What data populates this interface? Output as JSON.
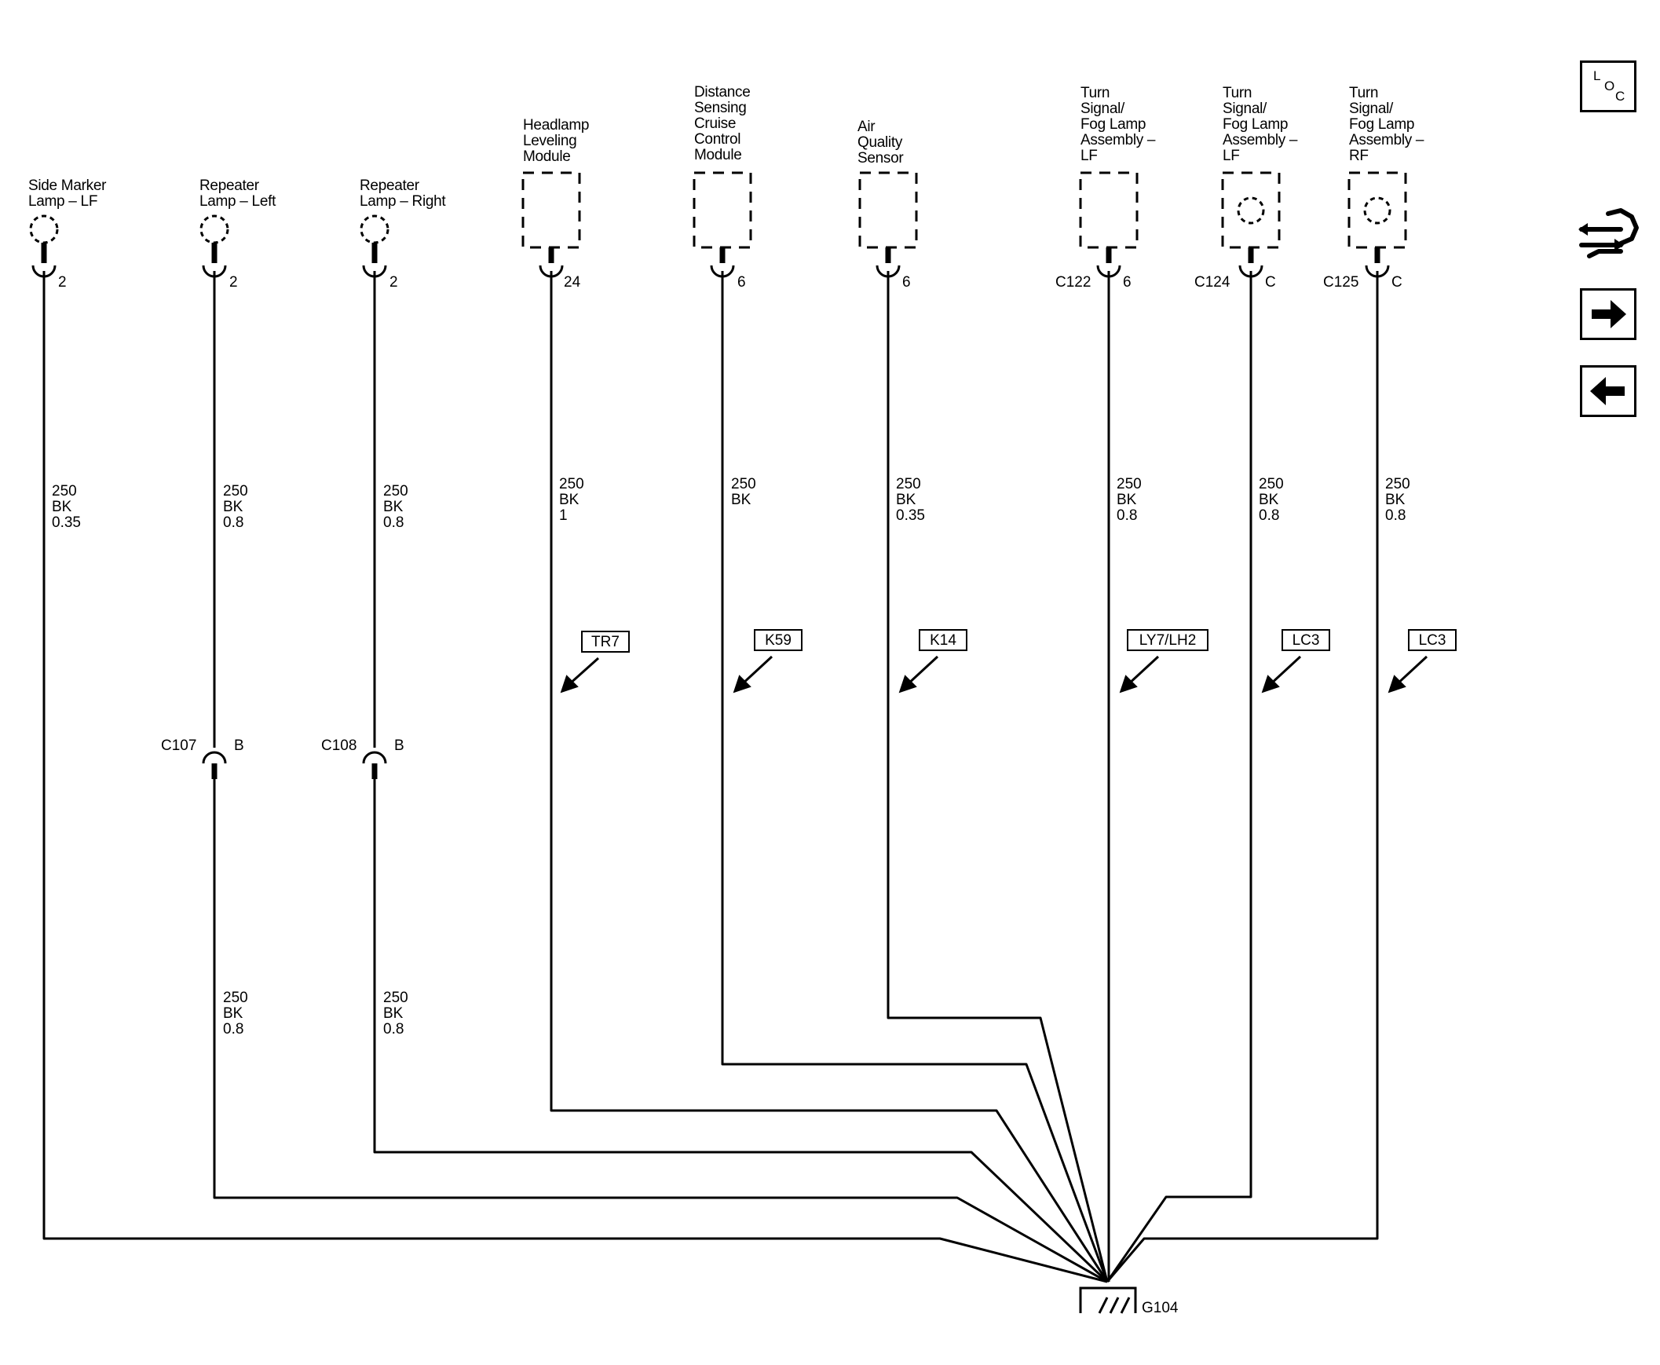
{
  "components": [
    {
      "name": "Side Marker\nLamp – LF",
      "pin": "2",
      "connector": "",
      "wire": "250\nBK\n0.35",
      "inline_connector": "",
      "inline_pin": "",
      "lower_wire": "",
      "option": ""
    },
    {
      "name": "Repeater\nLamp – Left",
      "pin": "2",
      "connector": "",
      "wire": "250\nBK\n0.8",
      "inline_connector": "C107",
      "inline_pin": "B",
      "lower_wire": "250\nBK\n0.8",
      "option": ""
    },
    {
      "name": "Repeater\nLamp – Right",
      "pin": "2",
      "connector": "",
      "wire": "250\nBK\n0.8",
      "inline_connector": "C108",
      "inline_pin": "B",
      "lower_wire": "250\nBK\n0.8",
      "option": ""
    },
    {
      "name": "Headlamp\nLeveling\nModule",
      "pin": "24",
      "connector": "",
      "wire": "250\nBK\n1",
      "inline_connector": "",
      "inline_pin": "",
      "lower_wire": "",
      "option": "TR7"
    },
    {
      "name": "Distance\nSensing\nCruise\nControl\nModule",
      "pin": "6",
      "connector": "",
      "wire": "250\nBK",
      "inline_connector": "",
      "inline_pin": "",
      "lower_wire": "",
      "option": "K59"
    },
    {
      "name": "Air\nQuality\nSensor",
      "pin": "6",
      "connector": "",
      "wire": "250\nBK\n0.35",
      "inline_connector": "",
      "inline_pin": "",
      "lower_wire": "",
      "option": "K14"
    },
    {
      "name": "Turn\nSignal/\nFog Lamp\nAssembly –\nLF",
      "pin": "6",
      "connector": "C122",
      "wire": "250\nBK\n0.8",
      "inline_connector": "",
      "inline_pin": "",
      "lower_wire": "",
      "option": "LY7/LH2"
    },
    {
      "name": "Turn\nSignal/\nFog Lamp\nAssembly –\nLF",
      "pin": "C",
      "connector": "C124",
      "wire": "250\nBK\n0.8",
      "inline_connector": "",
      "inline_pin": "",
      "lower_wire": "",
      "option": "LC3"
    },
    {
      "name": "Turn\nSignal/\nFog Lamp\nAssembly –\nRF",
      "pin": "C",
      "connector": "C125",
      "wire": "250\nBK\n0.8",
      "inline_connector": "",
      "inline_pin": "",
      "lower_wire": "",
      "option": "LC3"
    }
  ],
  "ground": {
    "label": "G104"
  },
  "nav": {
    "loc_letters": [
      "L",
      "O",
      "C"
    ],
    "buttons": [
      {
        "name": "location-button",
        "icon": "loc-icon"
      },
      {
        "name": "connector-view-button",
        "icon": "harness-icon"
      },
      {
        "name": "next-page-button",
        "icon": "arrow-right-icon"
      },
      {
        "name": "previous-page-button",
        "icon": "arrow-left-icon"
      }
    ]
  }
}
